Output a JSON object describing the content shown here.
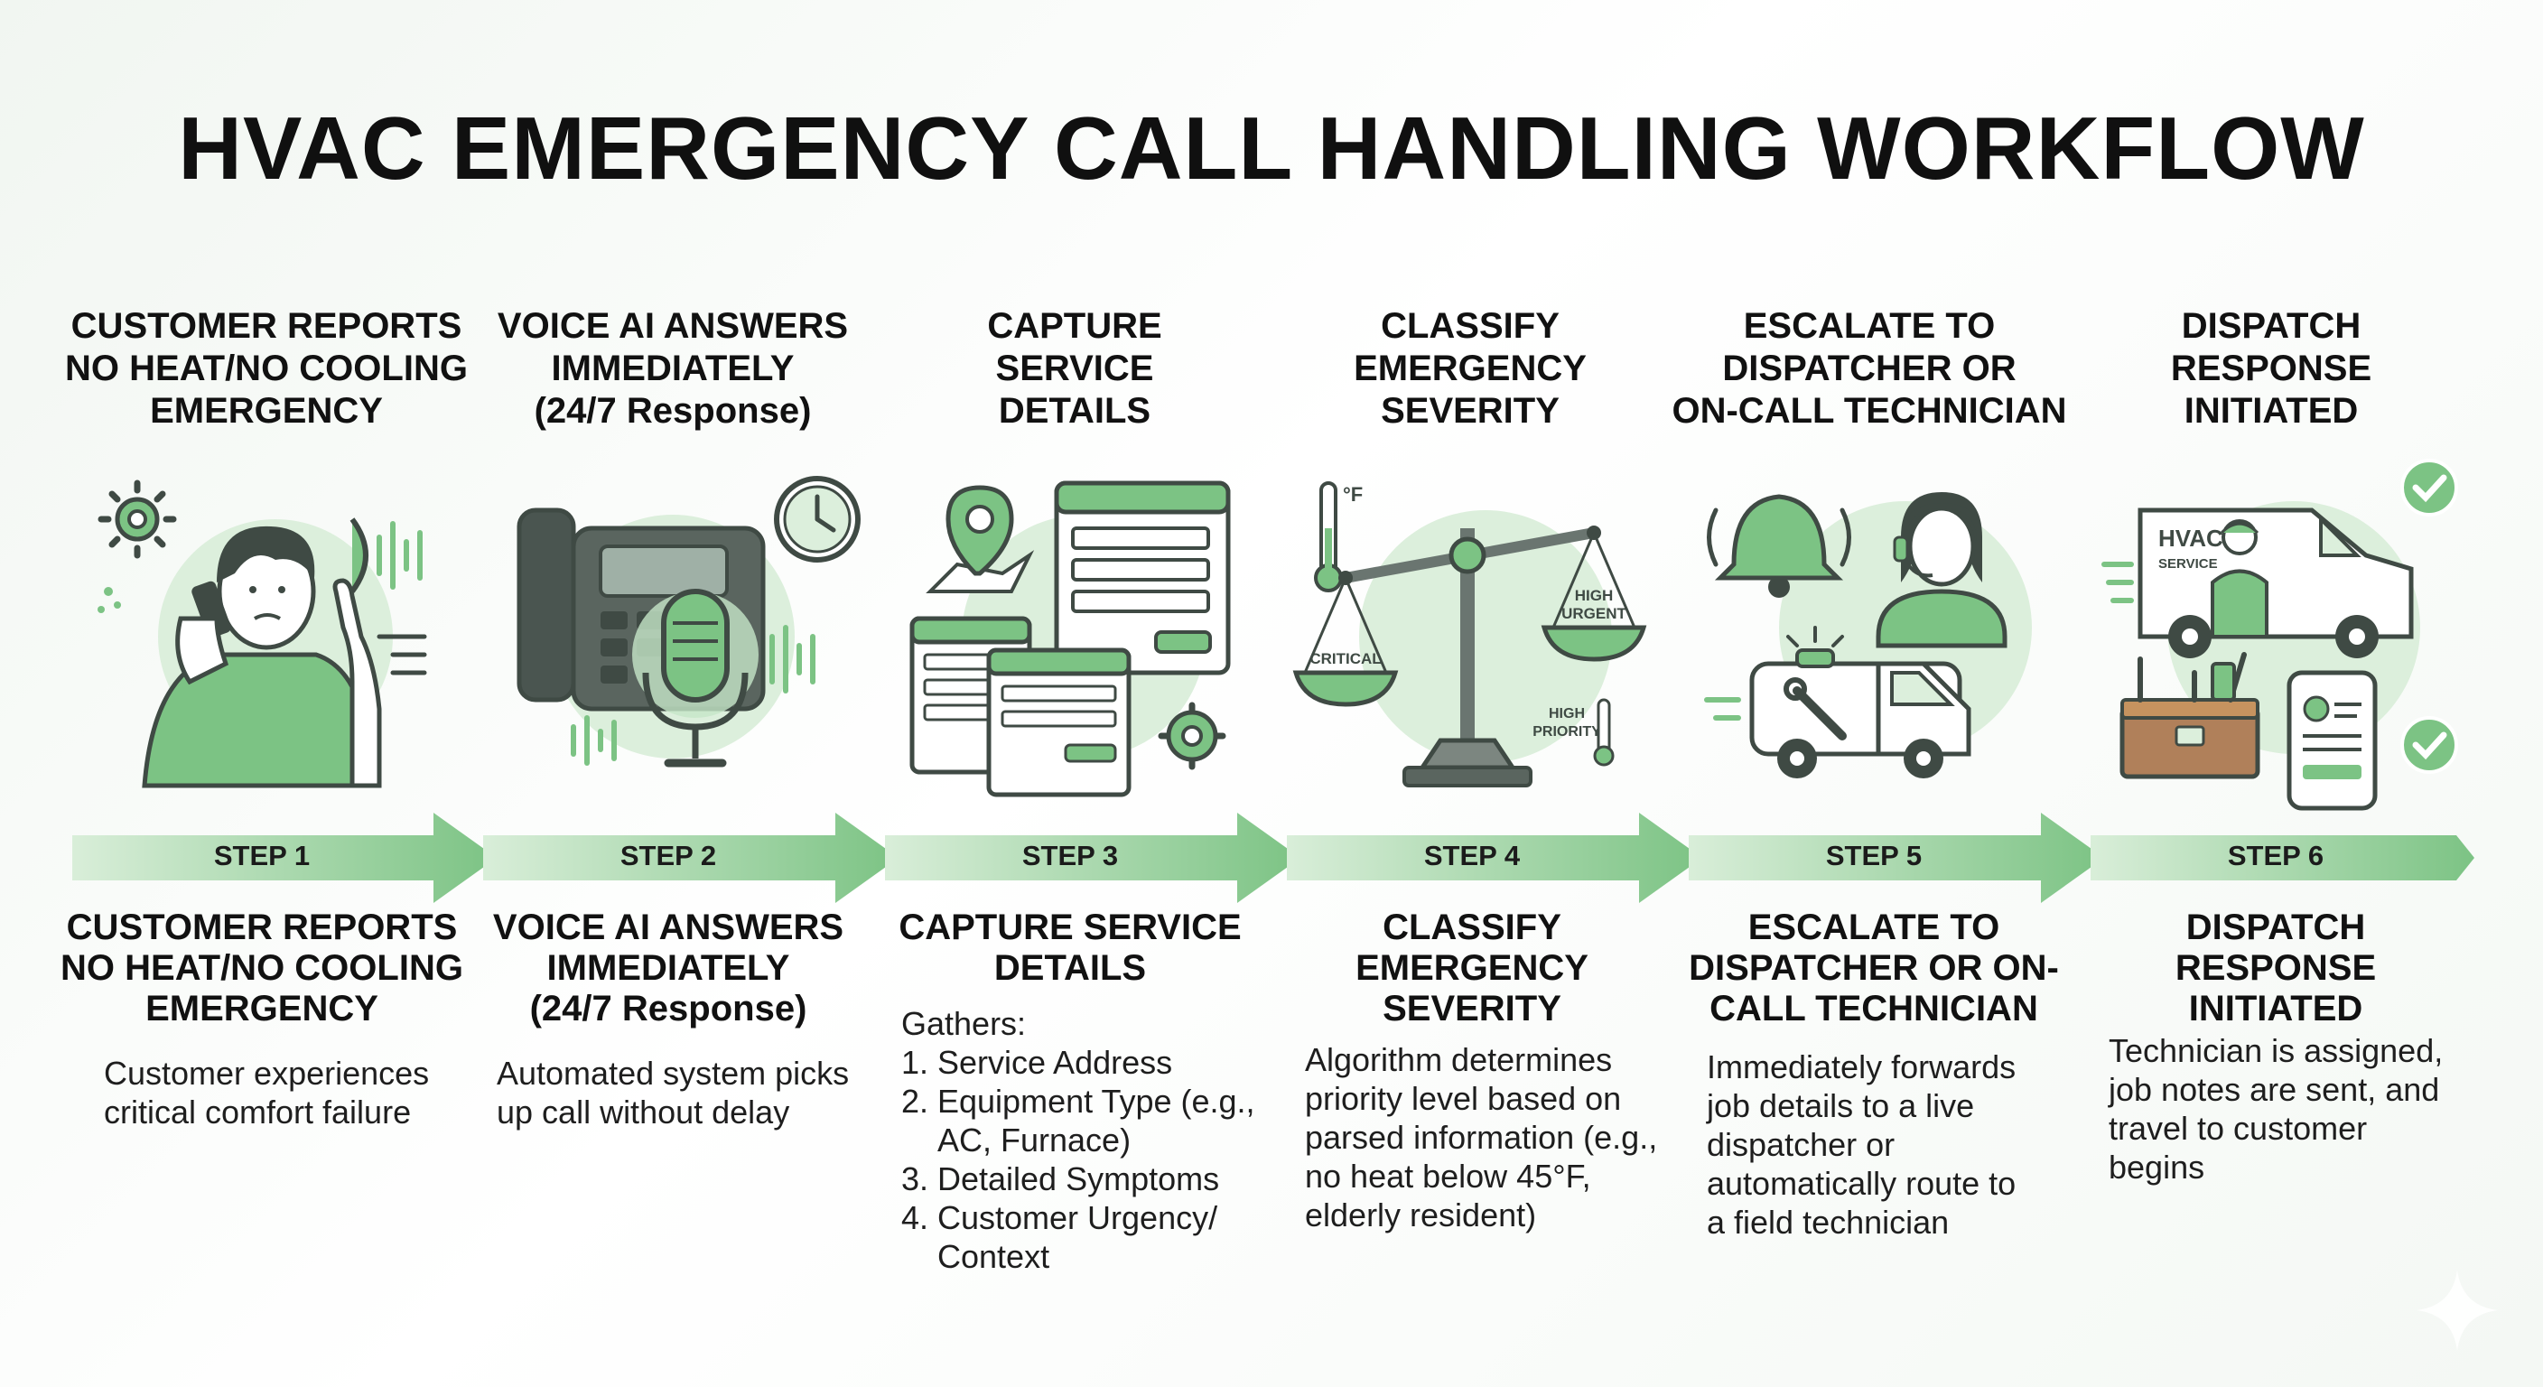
{
  "title": "HVAC EMERGENCY CALL HANDLING WORKFLOW",
  "colors": {
    "accent": "#7cc384",
    "accent_dark": "#4e9a5a",
    "accent_light": "#dcefdc",
    "ink": "#3f4a44"
  },
  "steps": [
    {
      "step_label": "STEP 1",
      "top_title": "CUSTOMER REPORTS\nNO HEAT/NO COOLING\nEMERGENCY",
      "bottom_title": "CUSTOMER REPORTS\nNO HEAT/NO COOLING\nEMERGENCY",
      "description": "Customer experiences\ncritical comfort failure",
      "icon": "person-on-phone-icon"
    },
    {
      "step_label": "STEP 2",
      "top_title": "VOICE AI ANSWERS\nIMMEDIATELY\n(24/7 Response)",
      "bottom_title": "VOICE AI ANSWERS\nIMMEDIATELY\n(24/7 Response)",
      "description": "Automated system picks\nup call without delay",
      "icon": "phone-microphone-icon"
    },
    {
      "step_label": "STEP 3",
      "top_title": "CAPTURE\nSERVICE\nDETAILS",
      "bottom_title": "CAPTURE SERVICE\nDETAILS",
      "description_intro": "Gathers:",
      "description_items": [
        "Service Address",
        "Equipment Type (e.g., AC, Furnace)",
        "Detailed Symptoms",
        "Customer Urgency/ Context"
      ],
      "icon": "forms-location-icon"
    },
    {
      "step_label": "STEP 4",
      "top_title": "CLASSIFY\nEMERGENCY\nSEVERITY",
      "bottom_title": "CLASSIFY\nEMERGENCY\nSEVERITY",
      "description": "Algorithm determines\npriority level based on\nparsed information (e.g.,\nno heat below 45°F,\nelderly resident)",
      "icon": "scale-icon",
      "scale_labels": {
        "left": "CRITICAL",
        "right_top": "HIGH",
        "right_bottom": "URGENT",
        "side_top": "HIGH",
        "side_bottom": "PRIORITY",
        "thermo": "°F"
      }
    },
    {
      "step_label": "STEP 5",
      "top_title": "ESCALATE TO\nDISPATCHER OR\nON-CALL TECHNICIAN",
      "bottom_title": "ESCALATE TO\nDISPATCHER OR ON-\nCALL TECHNICIAN",
      "description": "Immediately forwards\njob details to a live\ndispatcher or\nautomatically route to\na field technician",
      "icon": "dispatcher-van-icon"
    },
    {
      "step_label": "STEP 6",
      "top_title": "DISPATCH\nRESPONSE\nINITIATED",
      "bottom_title": "DISPATCH\nRESPONSE\nINITIATED",
      "description": "Technician is assigned,\njob notes are sent, and\ntravel to customer\nbegins",
      "icon": "service-van-toolbox-icon",
      "van_label_top": "HVAC",
      "van_label_bottom": "SERVICE"
    }
  ]
}
